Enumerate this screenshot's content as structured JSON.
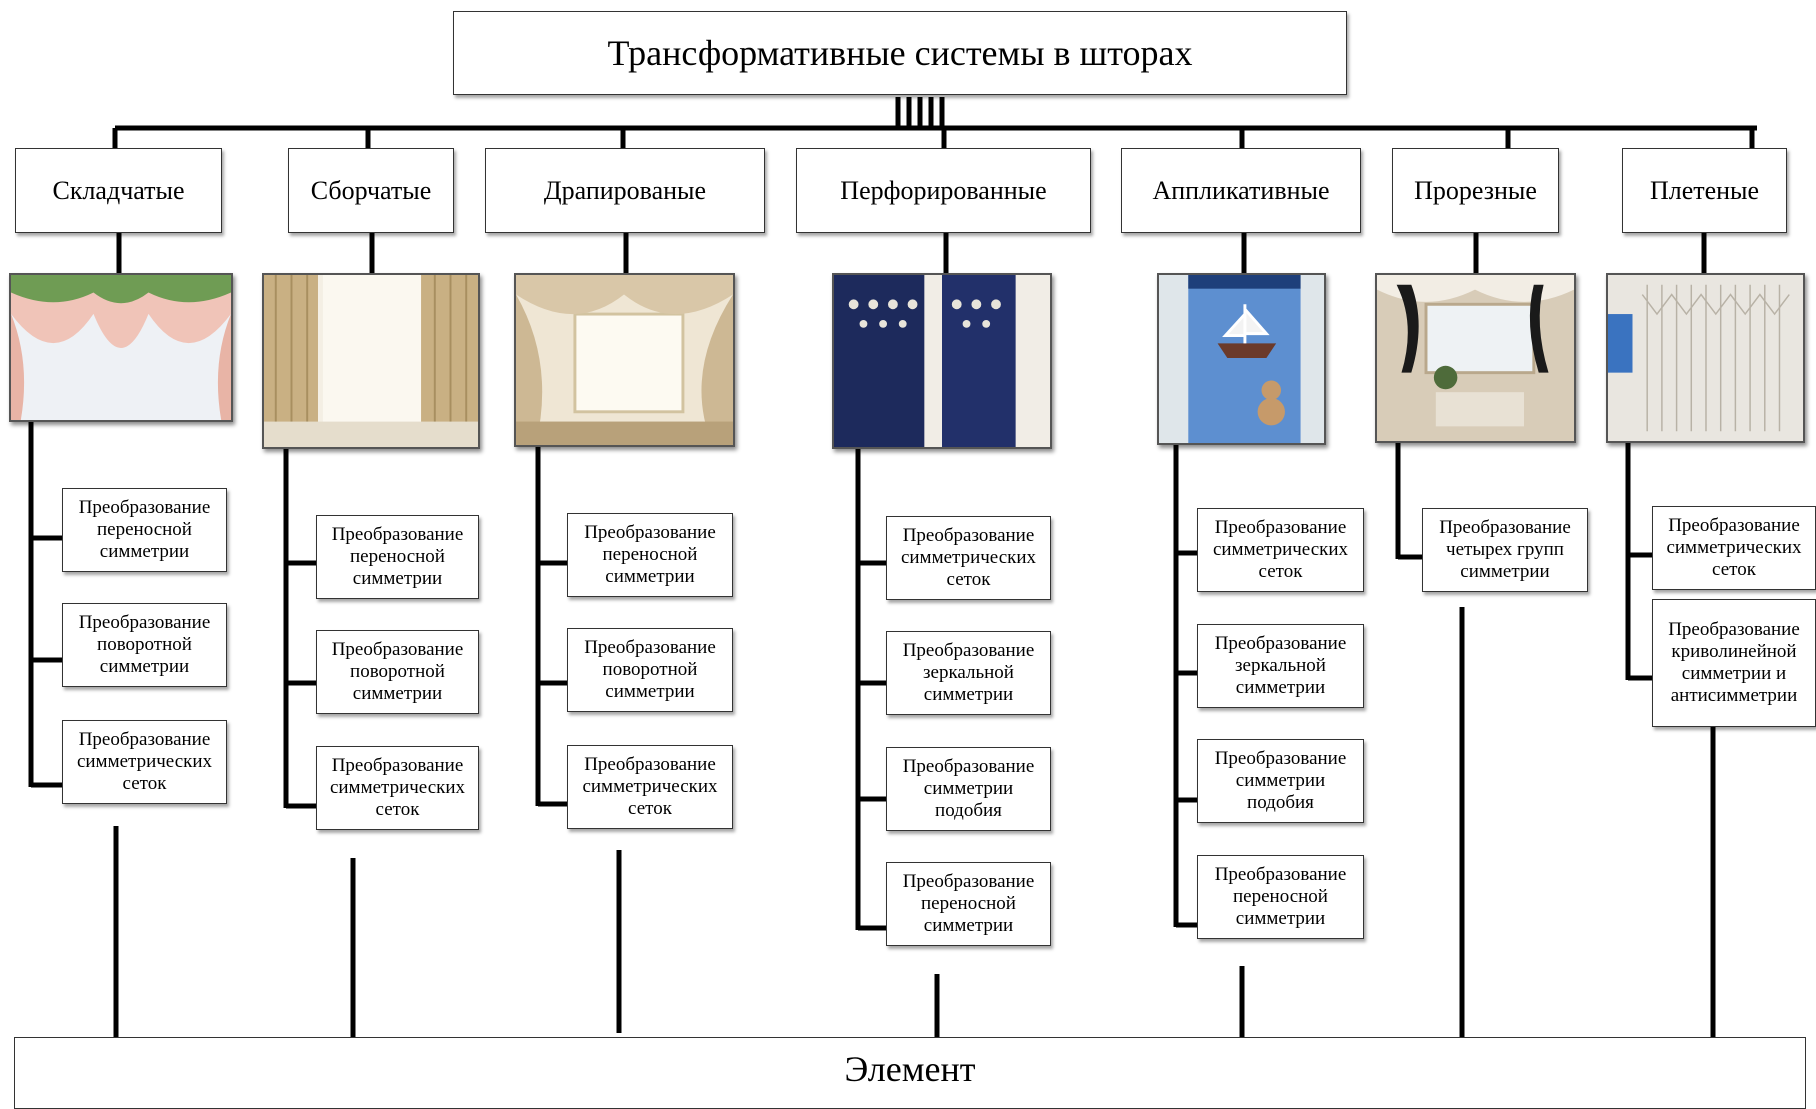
{
  "title": "Трансформативные системы в шторах",
  "bottom": "Элемент",
  "categories": [
    {
      "label": "Складчатые",
      "transforms": [
        "Преобразование\nпереносной\nсимметрии",
        "Преобразование\nповоротной\nсимметрии",
        "Преобразование\nсимметрических\nсеток"
      ]
    },
    {
      "label": "Сборчатые",
      "transforms": [
        "Преобразование\nпереносной\nсимметрии",
        "Преобразование\nповоротной\nсимметрии",
        "Преобразование\nсимметрических\nсеток"
      ]
    },
    {
      "label": "Драпированые",
      "transforms": [
        "Преобразование\nпереносной\nсимметрии",
        "Преобразование\nповоротной\nсимметрии",
        "Преобразование\nсимметрических\nсеток"
      ]
    },
    {
      "label": "Перфорированные",
      "transforms": [
        "Преобразование\nсимметрических\nсеток",
        "Преобразование\nзеркальной\nсимметрии",
        "Преобразование\nсимметрии\nподобия",
        "Преобразование\nпереносной\nсимметрии"
      ]
    },
    {
      "label": "Аппликативные",
      "transforms": [
        "Преобразование\nсимметрических\nсеток",
        "Преобразование\nзеркальной\nсимметрии",
        "Преобразование\nсимметрии\nподобия",
        "Преобразование\nпереносной\nсимметрии"
      ]
    },
    {
      "label": "Прорезные",
      "transforms": [
        "Преобразование\nчетырех групп\nсимметрии"
      ]
    },
    {
      "label": "Плетеные",
      "transforms": [
        "Преобразование\nсимметрических\nсеток",
        "Преобразование\nкриволинейной\nсимметрии и\nантисимметрии"
      ]
    }
  ]
}
